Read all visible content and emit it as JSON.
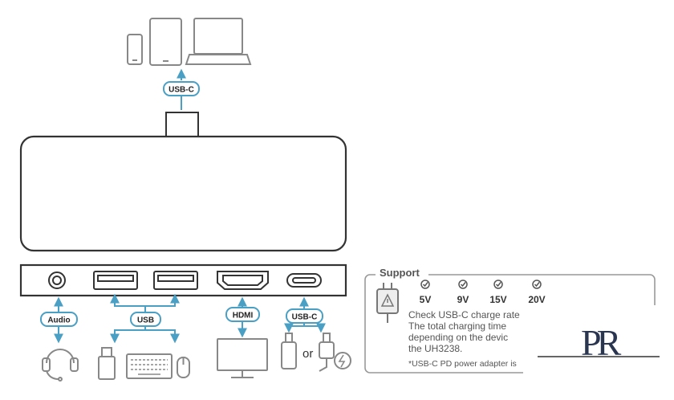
{
  "top_label": "USB-C",
  "ports": {
    "audio": "Audio",
    "usb": "USB",
    "hdmi": "HDMI",
    "usbc": "USB-C",
    "or": "or"
  },
  "support": {
    "title": "Support",
    "voltages": [
      "5V",
      "9V",
      "15V",
      "20V"
    ],
    "lines": [
      "Check USB-C charge rate",
      "The total charging time",
      "depending on the devic",
      "the UH3238."
    ],
    "note": "*USB-C PD power adapter is"
  },
  "logo": "PR",
  "colors": {
    "accent": "#4a9fc4",
    "outline": "#444444",
    "icon": "#888888"
  },
  "icons": [
    "phone-icon",
    "tablet-icon",
    "laptop-icon",
    "headset-icon",
    "usb-flash-drive-icon",
    "keyboard-icon",
    "mouse-icon",
    "monitor-icon",
    "usbc-drive-icon",
    "usbc-charger-icon",
    "power-adapter-icon",
    "check-icon"
  ]
}
